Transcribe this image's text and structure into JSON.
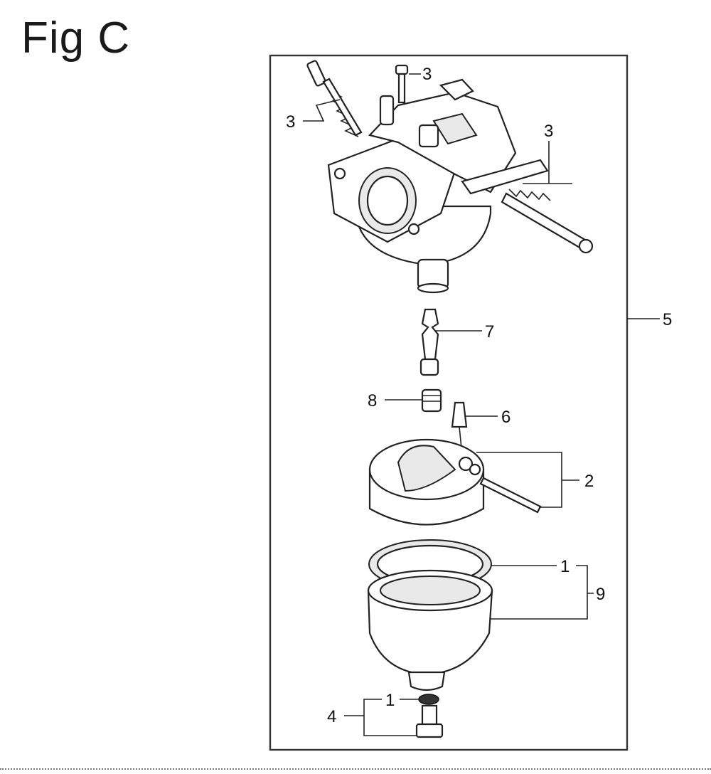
{
  "title": "Fig C",
  "callouts": {
    "c_3a": "3",
    "c_3b": "3",
    "c_3c": "3",
    "c_5": "5",
    "c_7": "7",
    "c_8": "8",
    "c_6": "6",
    "c_2": "2",
    "c_1a": "1",
    "c_9": "9",
    "c_1b": "1",
    "c_4": "4"
  }
}
